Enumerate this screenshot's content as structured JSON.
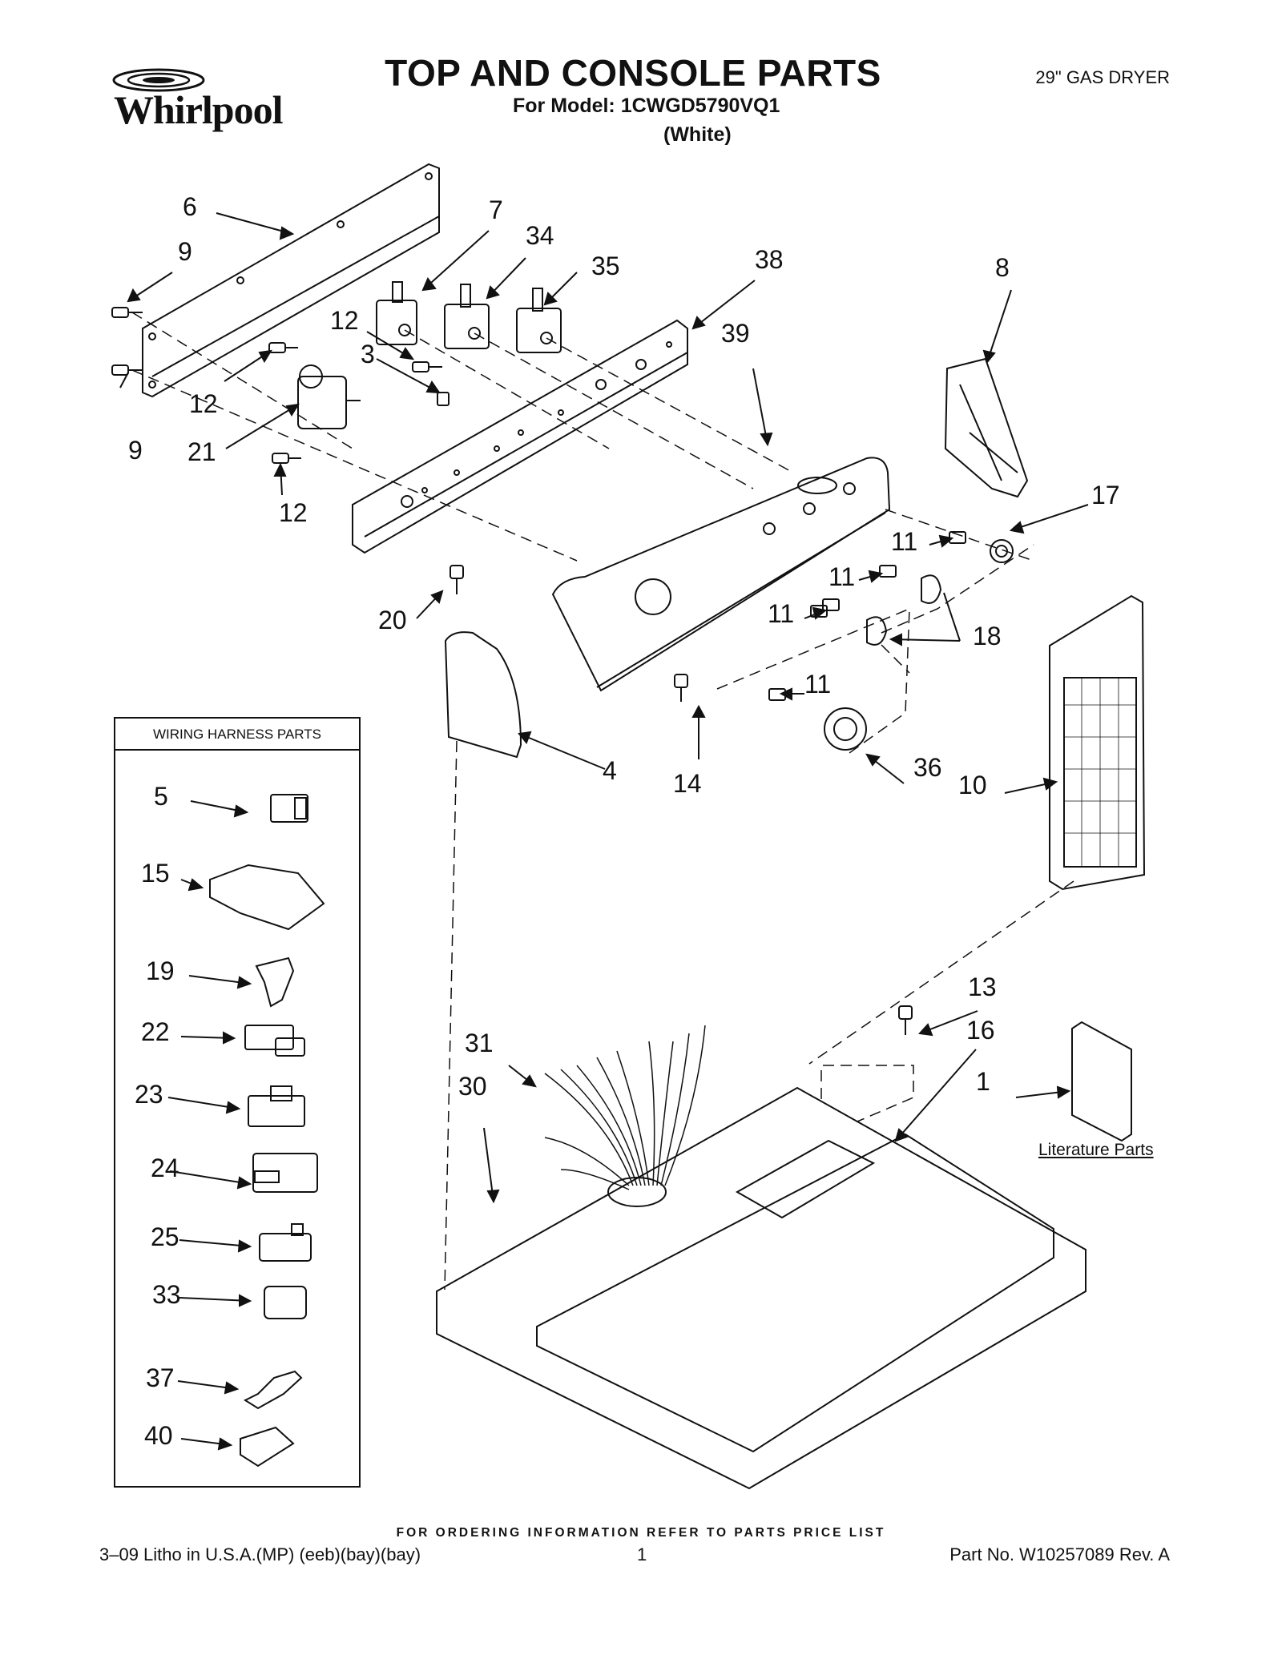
{
  "header": {
    "brand": "Whirlpool",
    "title": "TOP AND CONSOLE PARTS",
    "model": "For Model: 1CWGD5790VQ1",
    "color": "(White)",
    "product": "29\" GAS DRYER"
  },
  "wiring_box": {
    "title": "WIRING HARNESS PARTS"
  },
  "literature": {
    "label": "Literature Parts"
  },
  "callouts": {
    "c6": "6",
    "c7": "7",
    "c34": "34",
    "c35": "35",
    "c38": "38",
    "c8": "8",
    "c9a": "9",
    "c12a": "12",
    "c3": "3",
    "c39": "39",
    "c12b": "12",
    "c9b": "9",
    "c21": "21",
    "c12c": "12",
    "c17": "17",
    "c11a": "11",
    "c11b": "11",
    "c11c": "11",
    "c18": "18",
    "c20": "20",
    "c11d": "11",
    "c4": "4",
    "c14": "14",
    "c36": "36",
    "c10": "10",
    "c13": "13",
    "c16": "16",
    "c1": "1",
    "c31": "31",
    "c30": "30",
    "h5": "5",
    "h15": "15",
    "h19": "19",
    "h22": "22",
    "h23": "23",
    "h24": "24",
    "h25": "25",
    "h33": "33",
    "h37": "37",
    "h40": "40"
  },
  "footer": {
    "note": "FOR ORDERING INFORMATION REFER TO PARTS PRICE LIST",
    "left": "3–09 Litho in U.S.A.(MP) (eeb)(bay)(bay)",
    "page": "1",
    "part_no": "Part No. W10257089 Rev. A"
  }
}
